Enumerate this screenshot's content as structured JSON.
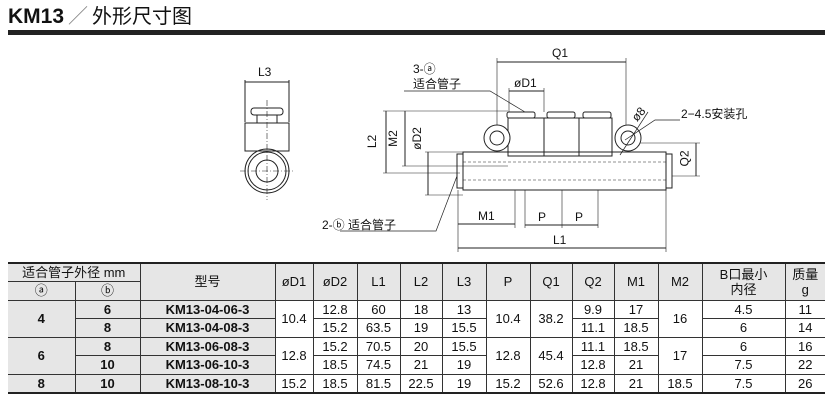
{
  "header": {
    "model": "KM13",
    "separator": "／",
    "subtitle": "外形尺寸图"
  },
  "drawing": {
    "L3": "L3",
    "Q1": "Q1",
    "port_a_count": "3-ⓐ",
    "port_a_text": "适合管子",
    "D1": "øD1",
    "phi8": "ø8",
    "hole": "2−4.5安装孔",
    "L2": "L2",
    "M2": "M2",
    "D2": "øD2",
    "Q2": "Q2",
    "port_b": "2-ⓑ 适合管子",
    "M1": "M1",
    "P1": "P",
    "P2": "P",
    "L1": "L1"
  },
  "table": {
    "head": {
      "tube_od": "适合管子外径 mm",
      "a": "ⓐ",
      "b": "ⓑ",
      "model": "型号",
      "D1": "øD1",
      "D2": "øD2",
      "L1": "L1",
      "L2": "L2",
      "L3": "L3",
      "P": "P",
      "Q1": "Q1",
      "Q2": "Q2",
      "M1": "M1",
      "M2": "M2",
      "bmin1": "B口最小",
      "bmin2": "内径",
      "mass1": "质量",
      "mass2": "g"
    },
    "rows": [
      {
        "a": "4",
        "b": "6",
        "model": "KM13-04-06-3",
        "D1": "10.4",
        "D2": "12.8",
        "L1": "60",
        "L2": "18",
        "L3": "13",
        "P": "10.4",
        "Q1": "38.2",
        "Q2": "9.9",
        "M1": "17",
        "M2": "16",
        "bmin": "4.5",
        "g": "11"
      },
      {
        "b": "8",
        "model": "KM13-04-08-3",
        "D2": "15.2",
        "L1": "63.5",
        "L2": "19",
        "L3": "15.5",
        "Q2": "11.1",
        "M1": "18.5",
        "bmin": "6",
        "g": "14"
      },
      {
        "a": "6",
        "b": "8",
        "model": "KM13-06-08-3",
        "D1": "12.8",
        "D2": "15.2",
        "L1": "70.5",
        "L2": "20",
        "L3": "15.5",
        "P": "12.8",
        "Q1": "45.4",
        "Q2": "11.1",
        "M1": "18.5",
        "M2": "17",
        "bmin": "6",
        "g": "16"
      },
      {
        "b": "10",
        "model": "KM13-06-10-3",
        "D2": "18.5",
        "L1": "74.5",
        "L2": "21",
        "L3": "19",
        "Q2": "12.8",
        "M1": "21",
        "bmin": "7.5",
        "g": "22"
      },
      {
        "a": "8",
        "b": "10",
        "model": "KM13-08-10-3",
        "D1": "15.2",
        "D2": "18.5",
        "L1": "81.5",
        "L2": "22.5",
        "L3": "19",
        "P": "15.2",
        "Q1": "52.6",
        "Q2": "12.8",
        "M1": "21",
        "M2": "18.5",
        "bmin": "7.5",
        "g": "26"
      }
    ]
  }
}
